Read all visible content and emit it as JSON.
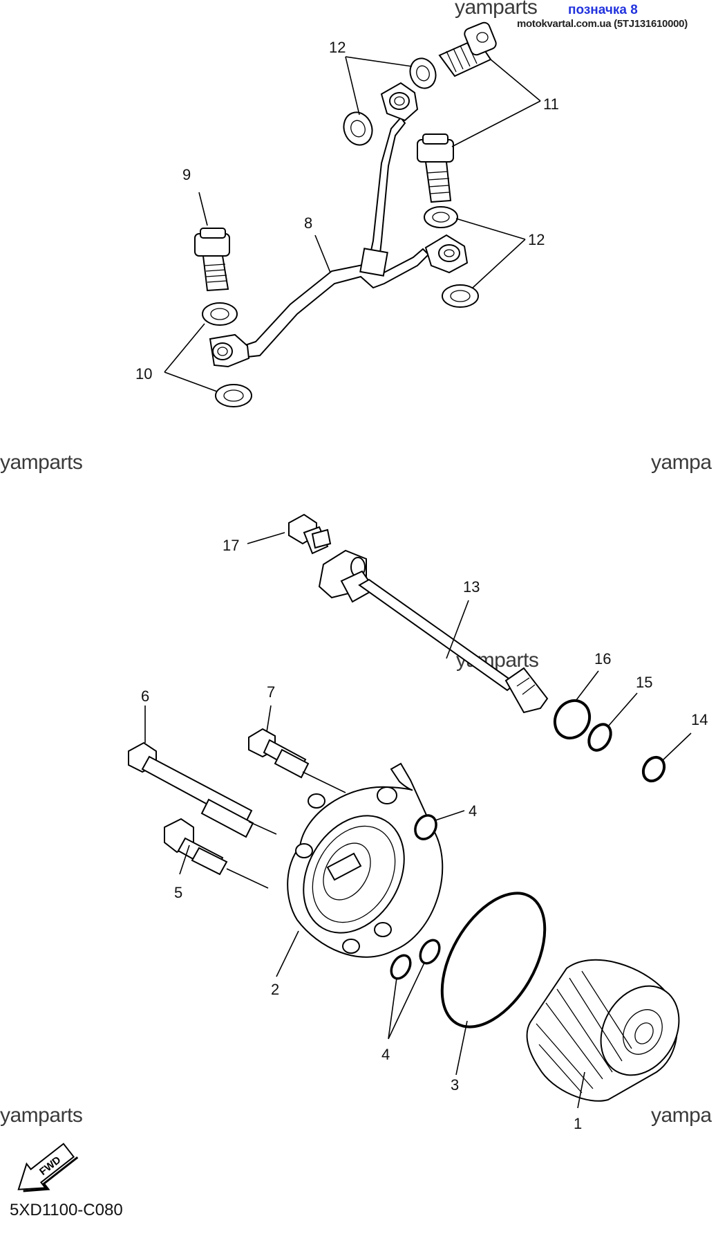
{
  "watermarks": {
    "top": "yamparts",
    "left_1": "yamparts",
    "right_1": "yampa",
    "middle": "yamparts",
    "left_2": "yamparts",
    "right_2": "yampa"
  },
  "header": {
    "marker_label": "позначка 8",
    "site": "motokvartal.com.ua (5TJ131610000)"
  },
  "callouts": {
    "n1": "1",
    "n2": "2",
    "n3": "3",
    "n4a": "4",
    "n4b": "4",
    "n5": "5",
    "n6": "6",
    "n7": "7",
    "n8": "8",
    "n9": "9",
    "n10": "10",
    "n11": "11",
    "n12a": "12",
    "n12b": "12",
    "n13": "13",
    "n14": "14",
    "n15": "15",
    "n16": "16",
    "n17": "17"
  },
  "fwd_badge": "FWD",
  "diagram_code": "5XD1100-C080",
  "colors": {
    "marker": "#2233dd",
    "line": "#000000"
  }
}
